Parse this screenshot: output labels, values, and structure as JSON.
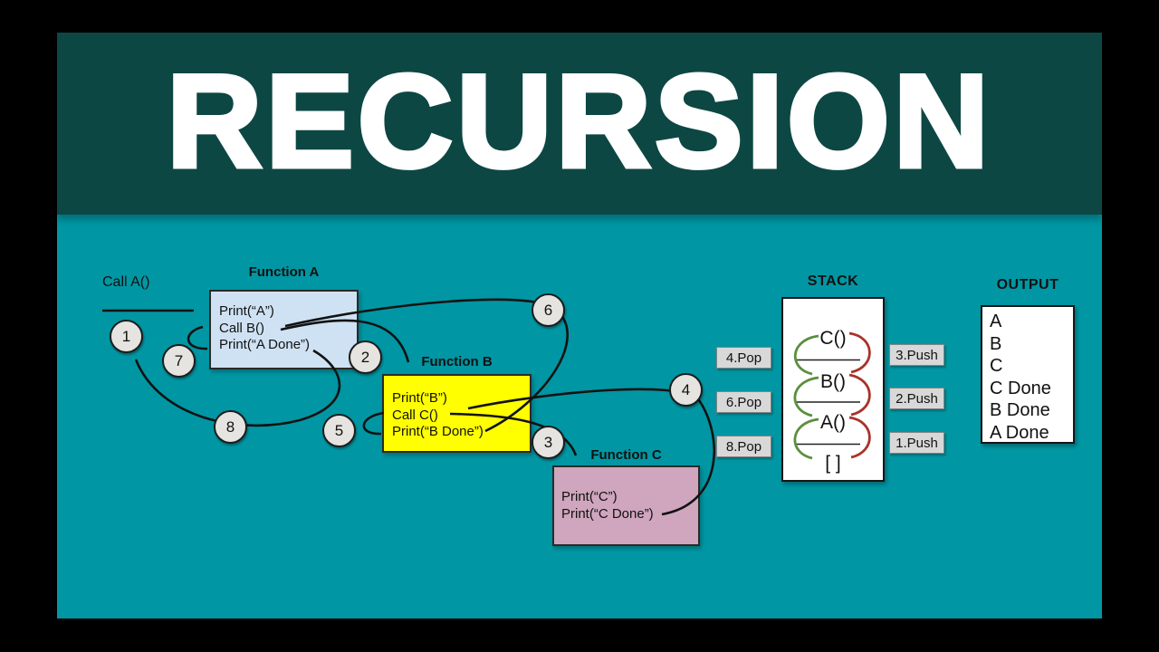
{
  "title": "RECURSION",
  "colors": {
    "header_band": "#0c4743",
    "body_band": "#0196a3",
    "function_a_fill": "#cfe2f3",
    "function_b_fill": "#ffff00",
    "function_c_fill": "#cfa6bd",
    "pop_arrow": "#5b8f3e",
    "push_arrow": "#a8332a",
    "title_text": "#ffffff"
  },
  "diagram": {
    "entry_label": "Call A()",
    "functions": [
      {
        "label": "Function A",
        "lines": [
          "Print(“A”)",
          "Call B()",
          "Print(“A Done”)"
        ]
      },
      {
        "label": "Function B",
        "lines": [
          "Print(“B”)",
          "Call C()",
          "Print(“B Done”)"
        ]
      },
      {
        "label": "Function C",
        "lines": [
          "Print(“C”)",
          "Print(“C Done”)"
        ]
      }
    ],
    "steps": [
      "1",
      "2",
      "3",
      "4",
      "5",
      "6",
      "7",
      "8"
    ],
    "stack": {
      "title": "STACK",
      "frames": [
        "C()",
        "B()",
        "A()",
        "[ ]"
      ],
      "pop_labels": [
        "4.Pop",
        "6.Pop",
        "8.Pop"
      ],
      "push_labels": [
        "3.Push",
        "2.Push",
        "1.Push"
      ]
    },
    "output": {
      "title": "OUTPUT",
      "lines": [
        "A",
        "B",
        "C",
        "C Done",
        "B Done",
        "A Done"
      ]
    }
  }
}
